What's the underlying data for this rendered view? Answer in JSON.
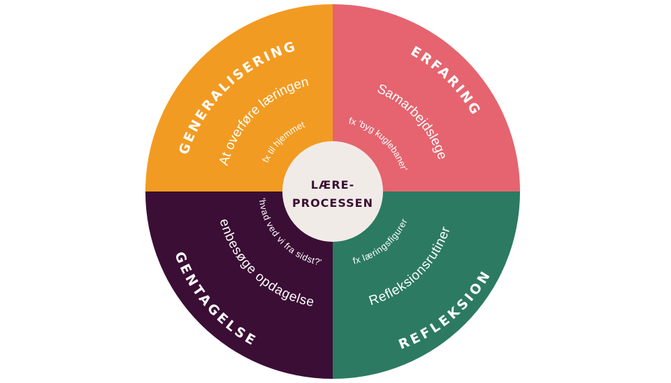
{
  "center": {
    "line1": "LÆRE-",
    "line2": "PROCESSEN"
  },
  "quadrants": [
    {
      "key": "generalisering",
      "color": "#f29b22",
      "title": "GENERALISERING",
      "main": "At overføre læringen",
      "example": "fx til hjemmet"
    },
    {
      "key": "erfaring",
      "color": "#e5646f",
      "title": "ERFARING",
      "main": "Samarbejdslege",
      "example": "fx 'byg kuglebaner'"
    },
    {
      "key": "refleksion",
      "color": "#2c7a62",
      "title": "REFLEKSION",
      "main": "Refleksionsrutiner",
      "example": "fx læringsfigurer"
    },
    {
      "key": "gentagelse",
      "color": "#3b0e35",
      "title": "GENTAGELSE",
      "main": "Genbesøge opdagelser",
      "example": "'hvad ved vi fra sidst?'"
    }
  ],
  "colors": {
    "center_fill": "#f1ebe7",
    "center_text": "#3a1033",
    "text": "#ffffff"
  }
}
